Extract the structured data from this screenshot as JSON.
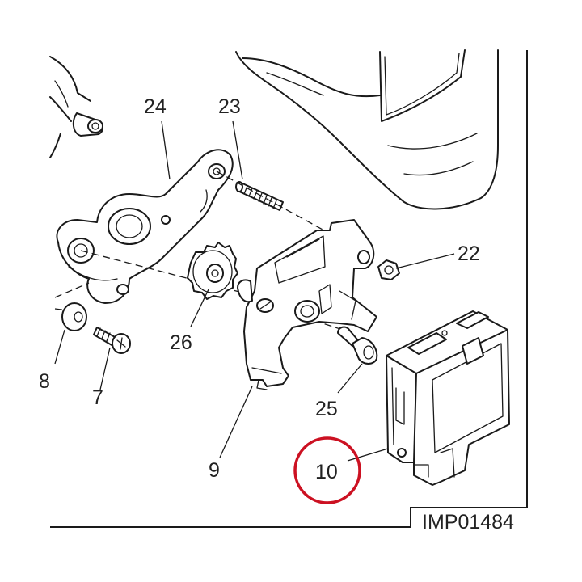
{
  "callouts": {
    "p24": "24",
    "p23": "23",
    "p22": "22",
    "p26": "26",
    "p25": "25",
    "p8": "8",
    "p7": "7",
    "p9": "9",
    "p10": "10"
  },
  "reference_code": "IMP01484",
  "highlight": {
    "target": "10",
    "color": "#cc1122"
  }
}
